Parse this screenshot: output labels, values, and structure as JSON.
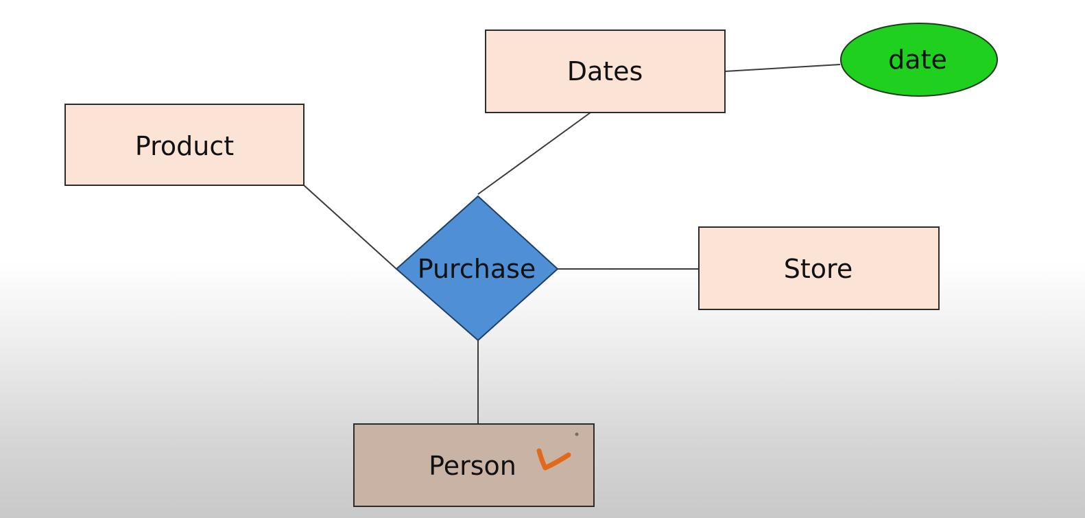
{
  "diagram": {
    "relationship": {
      "label": "Purchase",
      "color": "#4f8fd6"
    },
    "entities": {
      "dates": {
        "label": "Dates",
        "color": "#fbe3d6"
      },
      "product": {
        "label": "Product",
        "color": "#fbe3d6"
      },
      "store": {
        "label": "Store",
        "color": "#fbe3d6"
      },
      "person": {
        "label": "Person",
        "color": "#c9b3a4"
      }
    },
    "attributes": {
      "date": {
        "label": "date",
        "color": "#1fd01f"
      }
    },
    "connections": [
      {
        "from": "Purchase",
        "to": "Dates"
      },
      {
        "from": "Purchase",
        "to": "Product"
      },
      {
        "from": "Purchase",
        "to": "Store"
      },
      {
        "from": "Purchase",
        "to": "Person"
      },
      {
        "from": "Dates",
        "to": "date"
      }
    ],
    "annotations": {
      "checkmark_color": "#e06a1a"
    }
  }
}
